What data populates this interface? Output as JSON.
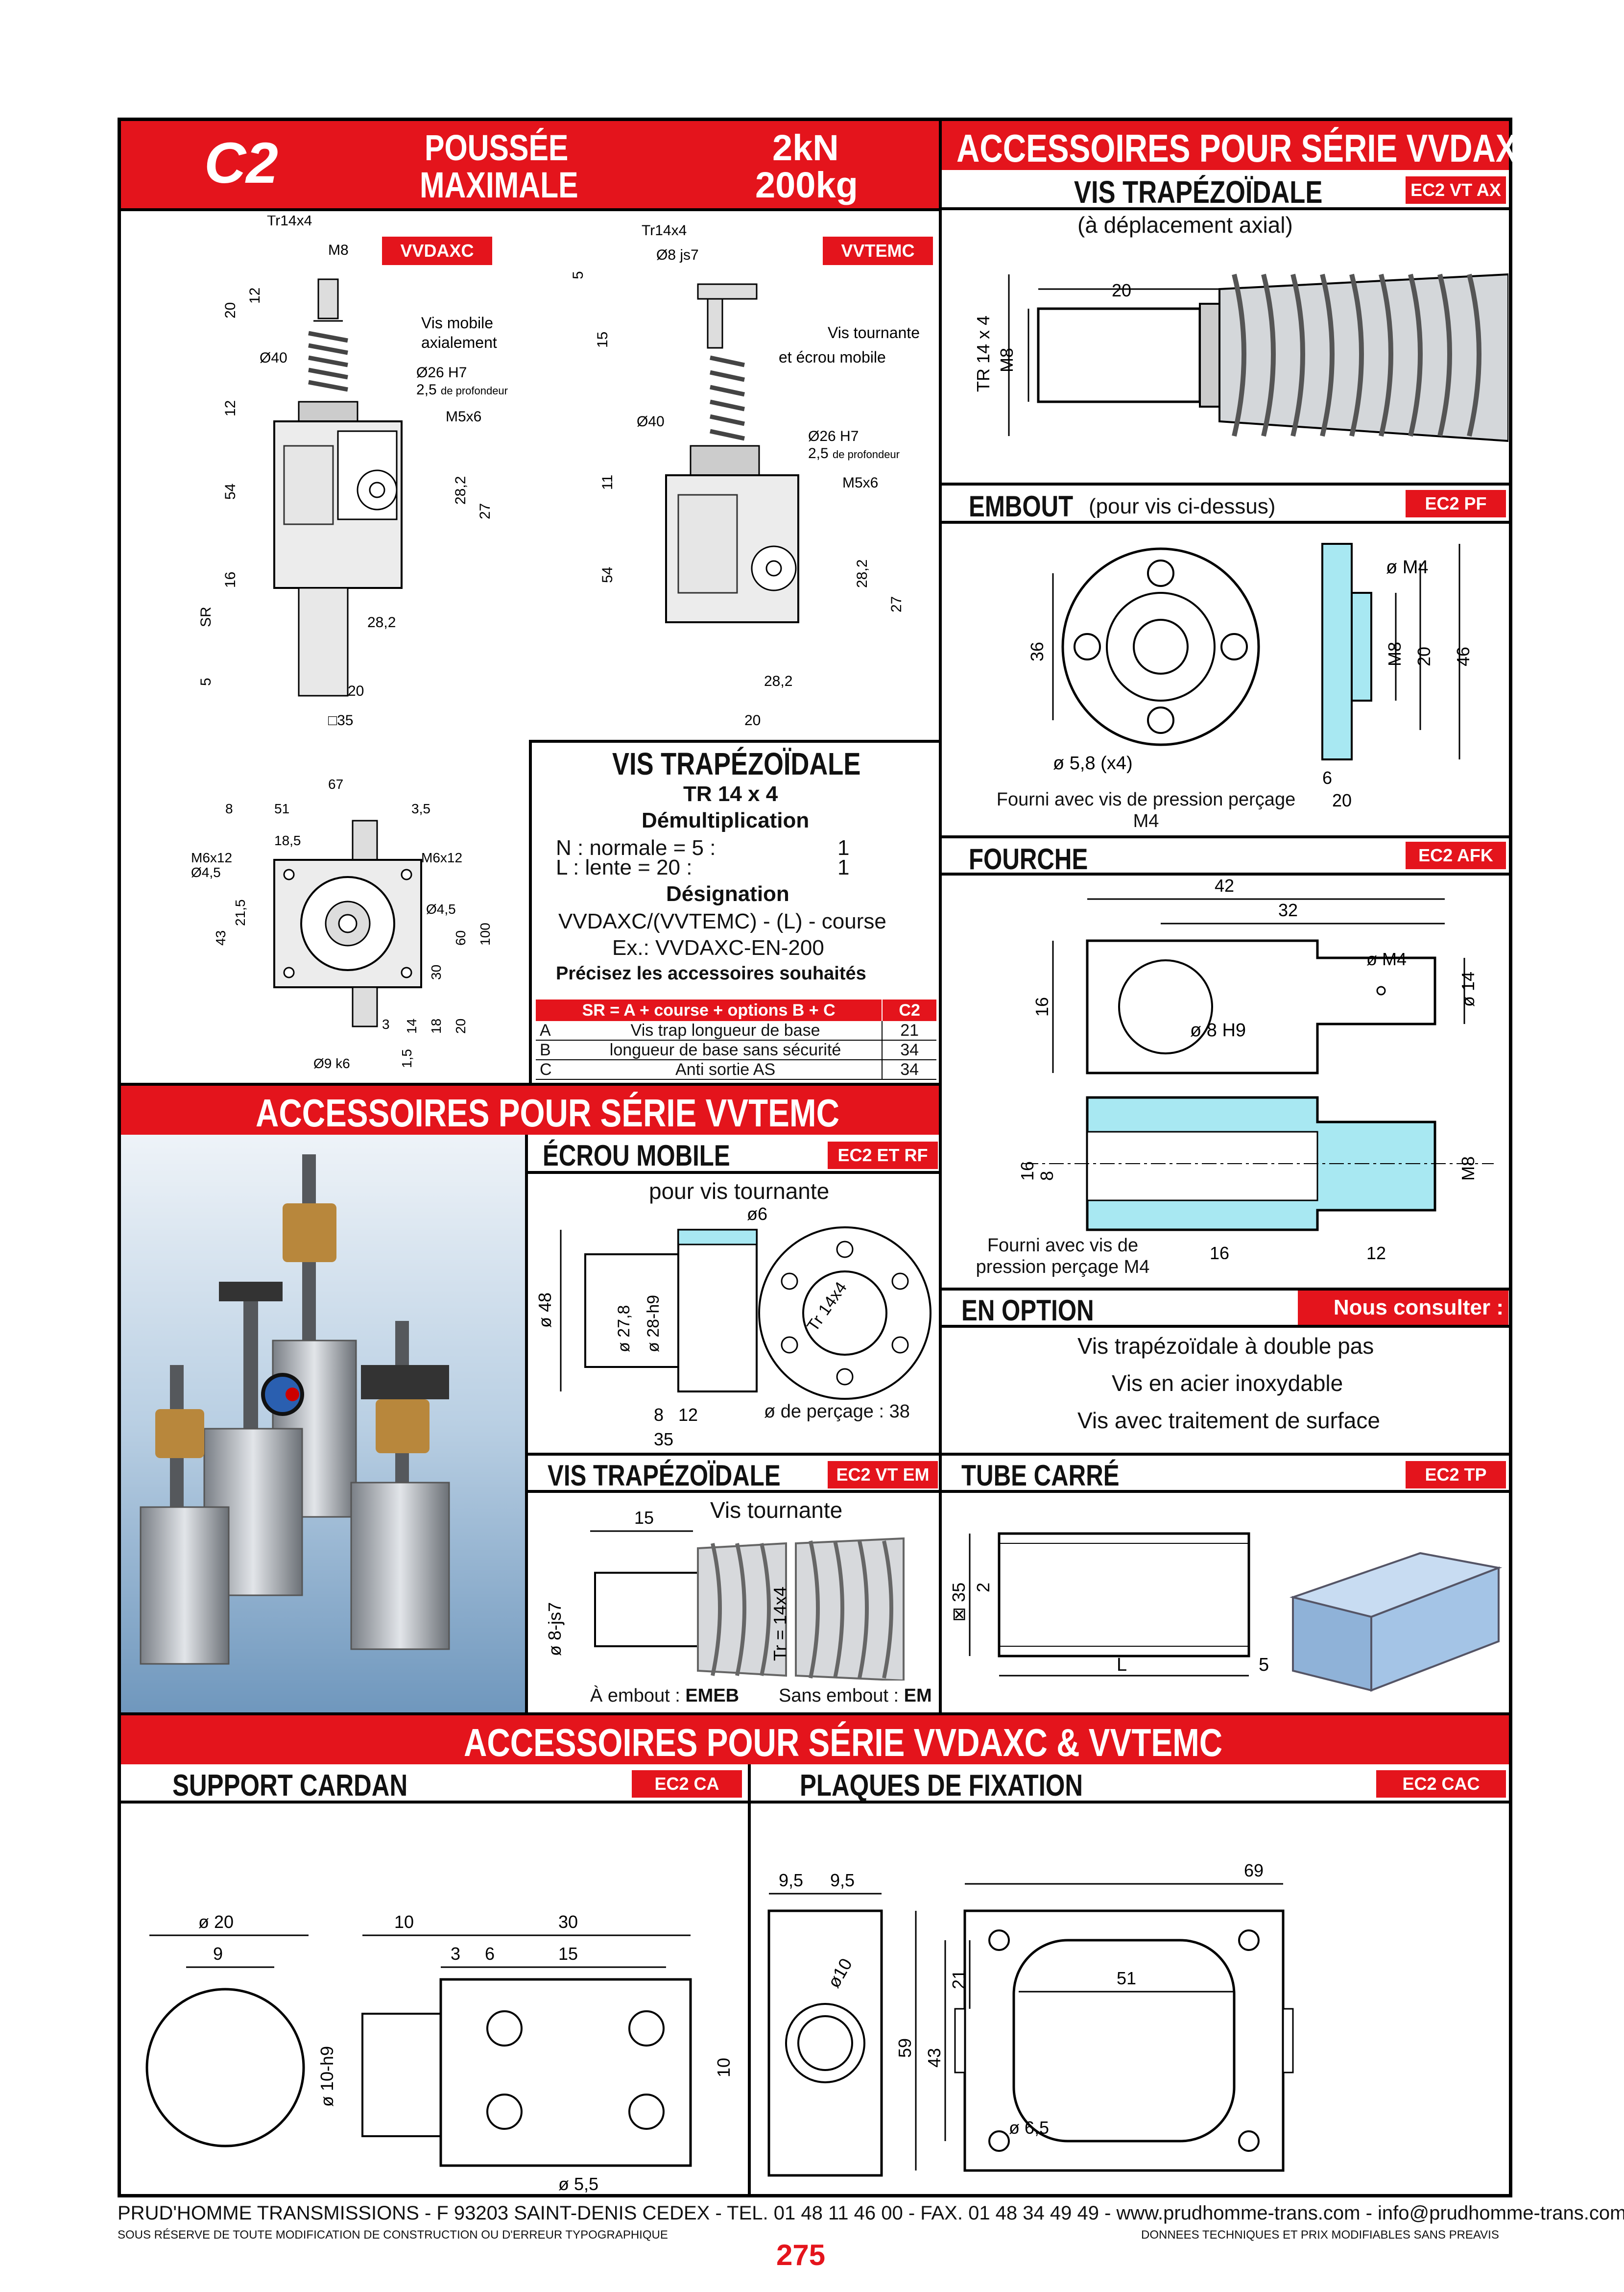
{
  "top_bar": {
    "c2": "C2",
    "poussee": "POUSSÉE",
    "maximale": "MAXIMALE",
    "kn": "2kN",
    "kg": "200kg"
  },
  "vvdaxc": {
    "title": "ACCESSOIRES POUR SÉRIE VVDAXC",
    "vis_title": "VIS TRAPÉZOÏDALE",
    "vis_code": "EC2 VT AX",
    "vis_sub": "(à déplacement axial)",
    "embout_title": "EMBOUT",
    "embout_sub": "(pour vis ci-dessus)",
    "embout_code": "EC2 PF",
    "embout_note": "Fourni avec vis de pression perçage M4",
    "fourche_title": "FOURCHE",
    "fourche_code": "EC2 AFK",
    "fourche_note": "Fourni avec vis de pression perçage M4"
  },
  "drawing_left": {
    "tag": "VVDAXC",
    "note": "Vis mobile axialement"
  },
  "drawing_right": {
    "tag": "VVTEMC",
    "note": "Vis tournante et écrou mobile"
  },
  "vis_box": {
    "title": "VIS TRAPÉZOÏDALE",
    "spec": "TR 14 x 4",
    "demul": "Démultiplication",
    "normale": "N : normale = 5 :",
    "normale_val": "1",
    "lente": "L : lente = 20 :",
    "lente_val": "1",
    "designation": "Désignation",
    "des_line": "VVDAXC/(VVTEMC) - (L) - course",
    "example": "Ex.: VVDAXC-EN-200",
    "precisez": "Précisez les accessoires souhaités",
    "table_header": "SR = A + course + options B + C",
    "table_header_c": "C2",
    "rows": [
      {
        "code": "A",
        "desc": "Vis trap longueur de base",
        "val": "21"
      },
      {
        "code": "B",
        "desc": "longueur de base sans sécurité",
        "val": "34"
      },
      {
        "code": "C",
        "desc": "Anti sortie AS",
        "val": "34"
      }
    ]
  },
  "vvtemc": {
    "title": "ACCESSOIRES POUR SÉRIE VVTEMC",
    "ecrou_title": "ÉCROU MOBILE",
    "ecrou_code": "EC2 ET RF",
    "ecrou_sub": "pour vis tournante",
    "ecrou_percage": "ø de perçage : 38",
    "vis_title": "VIS TRAPÉZOÏDALE",
    "vis_code": "EC2 VT EM",
    "vis_sub": "Vis tournante",
    "emb_a": "À embout :",
    "emb_a_code": "EMEB",
    "emb_b": "Sans embout :",
    "emb_b_code": "EM"
  },
  "option": {
    "title": "EN OPTION",
    "consult": "Nous consulter :",
    "items": [
      "Vis trapézoïdale à double pas",
      "Vis en acier inoxydable",
      "Vis avec traitement de surface"
    ]
  },
  "tube": {
    "title": "TUBE CARRÉ",
    "code": "EC2 TP"
  },
  "both": {
    "title": "ACCESSOIRES POUR SÉRIE VVDAXC & VVTEMC",
    "cardan_title": "SUPPORT CARDAN",
    "cardan_code": "EC2 CA",
    "plaques_title": "PLAQUES DE FIXATION",
    "plaques_code": "EC2 CAC"
  },
  "footer": {
    "address": "PRUD'HOMME TRANSMISSIONS - F 93203 SAINT-DENIS CEDEX - TEL. 01 48 11 46 00 - FAX. 01 48 34 49 49 - www.prudhomme-trans.com - info@prudhomme-trans.com",
    "left_note": "SOUS RÉSERVE DE TOUTE MODIFICATION DE CONSTRUCTION OU D'ERREUR TYPOGRAPHIQUE",
    "right_note": "DONNEES TECHNIQUES ET PRIX MODIFIABLES SANS PREAVIS",
    "page": "275"
  },
  "colors": {
    "red": "#e4141c",
    "black": "#000000",
    "light_blue": "#a8e8f2",
    "steel": "#c9ccd1"
  }
}
